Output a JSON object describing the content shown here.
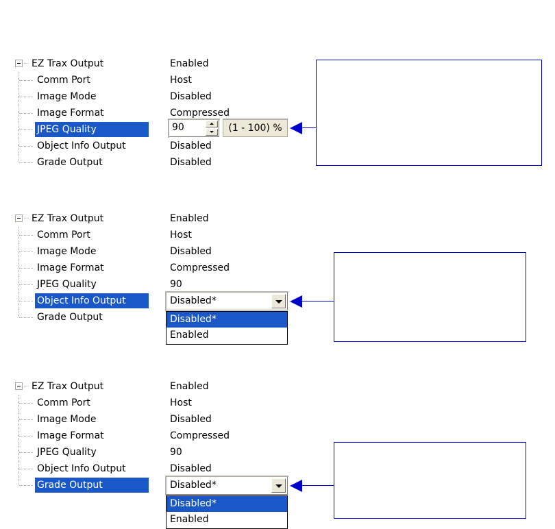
{
  "tree": {
    "root": {
      "label": "EZ Trax Output",
      "value": "Enabled",
      "expander_icon": "collapse-minus-icon"
    },
    "children": [
      {
        "label": "Comm Port",
        "value": "Host"
      },
      {
        "label": "Image Mode",
        "value": "Disabled"
      },
      {
        "label": "Image Format",
        "value": "Compressed"
      },
      {
        "label": "JPEG Quality",
        "value": "90"
      },
      {
        "label": "Object Info Output",
        "value": "Disabled"
      },
      {
        "label": "Grade Output",
        "value": "Disabled"
      }
    ]
  },
  "panel1": {
    "selected_row": "JPEG Quality",
    "spinner": {
      "value": "90",
      "up_icon": "spinner-up-arrow-icon",
      "down_icon": "spinner-down-arrow-icon"
    },
    "tooltip": "(1 - 100) %"
  },
  "panel2": {
    "selected_row": "Object Info Output",
    "combo": {
      "value": "Disabled*",
      "arrow_icon": "chevron-down-icon"
    },
    "options": [
      {
        "label": "Disabled*",
        "selected": true
      },
      {
        "label": "Enabled",
        "selected": false
      }
    ]
  },
  "panel3": {
    "selected_row": "Grade Output",
    "combo": {
      "value": "Disabled*",
      "arrow_icon": "chevron-down-icon"
    },
    "options": [
      {
        "label": "Disabled*",
        "selected": true
      },
      {
        "label": "Enabled",
        "selected": false
      }
    ]
  },
  "callouts": [
    {
      "text": "",
      "arrow_icon": "callout-arrow-left-icon"
    },
    {
      "text": "",
      "arrow_icon": "callout-arrow-left-icon"
    },
    {
      "text": "",
      "arrow_icon": "callout-arrow-left-icon"
    }
  ],
  "colors": {
    "selection": "#1a58c8",
    "callout_border": "#0000cc",
    "control_face": "#ece9d8",
    "tree_line": "#b0aca6"
  }
}
